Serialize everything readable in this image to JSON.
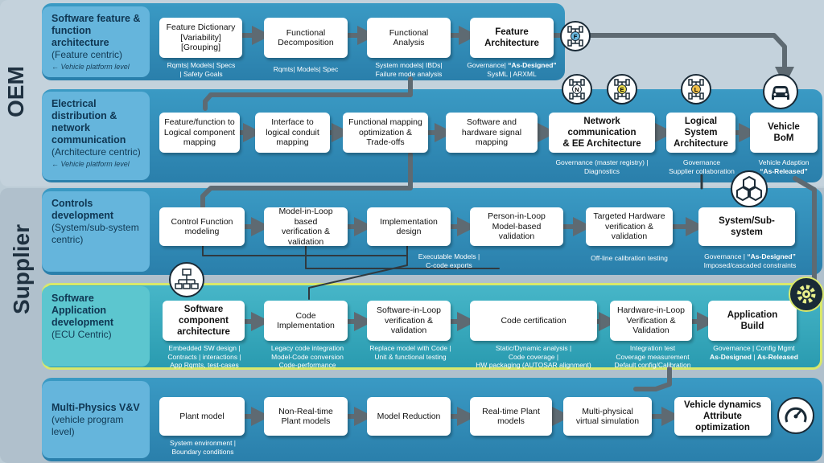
{
  "groups": {
    "oem": "OEM",
    "supplier": "Supplier"
  },
  "bands": [
    {
      "title": "Software feature & function architecture",
      "subtitle": "(Feature centric)",
      "small": "← Vehicle platform level",
      "steps": [
        {
          "label": "Feature Dictionary\n[Variability]\n[Grouping]",
          "note": "Rqmts| Models| Specs\n| Safety Goals"
        },
        {
          "label": "Functional\nDecomposition",
          "note": "Rqmts| Models| Spec"
        },
        {
          "label": "Functional\nAnalysis",
          "note": "System models| IBDs|\nFailure mode analysis"
        },
        {
          "label": "Feature\nArchitecture",
          "note_a": "Governance| ",
          "note_b": "“As-Designed”",
          "note_c": "\nSysML | ARXML"
        }
      ]
    },
    {
      "title": "Electrical distribution & network communication",
      "subtitle": "(Architecture centric)",
      "small": "← Vehicle platform level",
      "steps": [
        {
          "label": "Feature/function to\nLogical component\nmapping"
        },
        {
          "label": "Interface to\nlogical conduit\nmapping"
        },
        {
          "label": "Functional mapping\noptimization &\nTrade-offs"
        },
        {
          "label": "Software and\nhardware signal\nmapping"
        },
        {
          "label": "Network communication\n& EE Architecture",
          "note": "Governance (master registry) |\nDiagnostics"
        },
        {
          "label": "Logical System\nArchitecture",
          "note": "Governance\nSupplier collaboration"
        },
        {
          "label": "Vehicle\nBoM",
          "note_a": "Vehicle Adaption\n",
          "note_b": "“As-Released”"
        }
      ]
    },
    {
      "title": "Controls development",
      "subtitle": "(System/sub-system centric)",
      "steps": [
        {
          "label": "Control Function\nmodeling"
        },
        {
          "label": "Model-in-Loop\nbased\nverification &\nvalidation"
        },
        {
          "label": "Implementation\ndesign",
          "note": "Executable Models |\nC-code exports"
        },
        {
          "label": "Person-in-Loop\nModel-based\nvalidation"
        },
        {
          "label": "Targeted Hardware\nverification &\nvalidation",
          "note": "Off-line calibration testing"
        },
        {
          "label": "System/Sub-\nsystem",
          "note_a": "Governance | ",
          "note_b": "“As-Designed”",
          "note_c": "\nImposed/cascaded constraints"
        }
      ]
    },
    {
      "title": "Software Application development",
      "subtitle": "(ECU Centric)",
      "steps": [
        {
          "label": "Software\ncomponent\narchitecture",
          "note": "Embedded SW design |\nContracts | interactions |\nApp Rqmts, test-cases"
        },
        {
          "label": "Code\nImplementation",
          "note": "Legacy code integration\nModel-Code conversion\nCode-performance"
        },
        {
          "label": "Software-in-Loop\nverification &\nvalidation",
          "note": "Replace model with Code |\nUnit & functional testing"
        },
        {
          "label": "Code certification",
          "note": "Static/Dynamic analysis |\nCode coverage |\nHW packaging (AUTOSAR alignment)"
        },
        {
          "label": "Hardware-in-Loop\nVerification &\nValidation",
          "note": "Integration test\nCoverage measurement\nDefault config/Calibration"
        },
        {
          "label": "Application\nBuild",
          "note_a": "Governance | Config Mgmt\n",
          "note_b": "As-Designed",
          "note_c": " | ",
          "note_d": "As-Released"
        }
      ]
    },
    {
      "title": "Multi-Physics V&V",
      "subtitle": "(vehicle program level)",
      "steps": [
        {
          "label": "Plant model",
          "note": "System environment |\nBoundary conditions"
        },
        {
          "label": "Non-Real-time\nPlant models"
        },
        {
          "label": "Model Reduction"
        },
        {
          "label": "Real-time Plant\nmodels"
        },
        {
          "label": "Multi-physical\nvirtual simulation"
        },
        {
          "label": "Vehicle dynamics\nAttribute\noptimization"
        }
      ]
    }
  ],
  "icons": {
    "feature": "F",
    "network": "N",
    "ee": "E",
    "logical": "L"
  }
}
